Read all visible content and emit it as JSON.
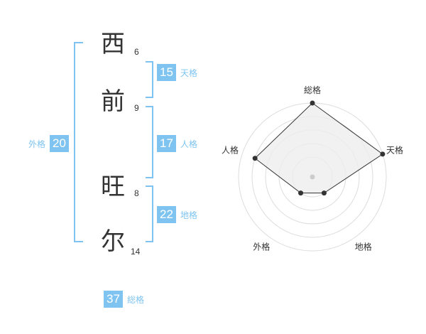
{
  "name": {
    "characters": [
      {
        "char": "西",
        "strokes": "6"
      },
      {
        "char": "前",
        "strokes": "9"
      },
      {
        "char": "旺",
        "strokes": "8"
      },
      {
        "char": "尔",
        "strokes": "14"
      }
    ]
  },
  "fortunes": {
    "tenkaku": {
      "value": "15",
      "label": "天格"
    },
    "jinkaku": {
      "value": "17",
      "label": "人格"
    },
    "chikaku": {
      "value": "22",
      "label": "地格"
    },
    "gaikaku": {
      "value": "20",
      "label": "外格"
    },
    "soukaku": {
      "value": "37",
      "label": "総格"
    }
  },
  "colors": {
    "accent": "#7fc4f0",
    "text": "#333333",
    "radar_fill": "#eeeeee",
    "radar_grid": "#dddddd"
  },
  "radar": {
    "axes": [
      "総格",
      "天格",
      "地格",
      "外格",
      "人格"
    ],
    "levels": 5,
    "values": [
      5,
      5,
      1,
      1,
      4
    ],
    "max": 5
  }
}
